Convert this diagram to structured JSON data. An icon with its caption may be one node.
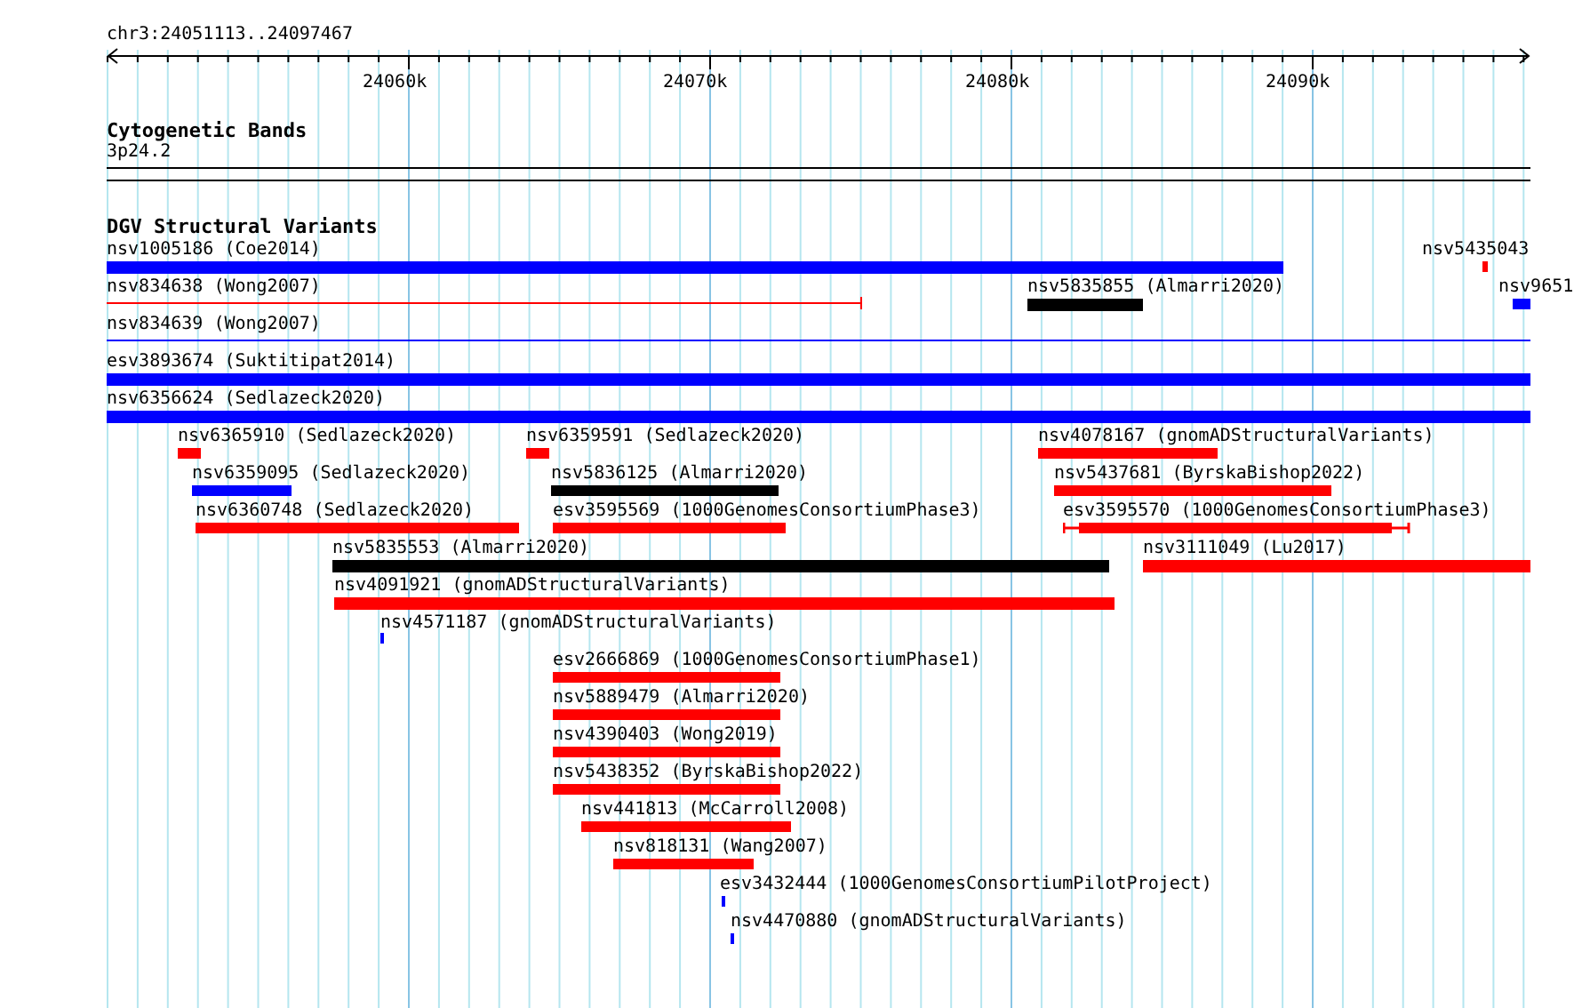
{
  "diagram": {
    "title": "chr3:24051113..24097467",
    "nodes": [
      {
        "text": [
          "nsv1005186 (Coe2014)"
        ]
      },
      {
        "text": [
          "nsv5435043"
        ]
      },
      {
        "text": [
          "nsv834638 (Wong2007)"
        ]
      },
      {
        "text": [
          "nsv5835855 (Almarri2020)"
        ]
      },
      {
        "text": [
          "nsv9651"
        ]
      },
      {
        "text": [
          "nsv834639 (Wong2007)"
        ]
      },
      {
        "text": [
          "esv3893674 (Suktitipat2014)"
        ]
      },
      {
        "text": [
          "nsv6356624 (Sedlazeck2020)"
        ]
      },
      {
        "text": [
          "nsv6365910 (Sedlazeck2020)"
        ]
      },
      {
        "text": [
          "nsv6359591 (Sedlazeck2020)"
        ]
      },
      {
        "text": [
          "nsv4078167 (gnomADStructuralVariants)"
        ]
      },
      {
        "text": [
          "nsv6359095 (Sedlazeck2020)"
        ]
      },
      {
        "text": [
          "nsv5836125 (Almarri2020)"
        ]
      },
      {
        "text": [
          "nsv5437681 (ByrskaBishop2022)"
        ]
      },
      {
        "text": [
          "nsv6360748 (Sedlazeck2020)"
        ]
      },
      {
        "text": [
          "esv3595569 (1000GenomesConsortiumPhase3)"
        ]
      },
      {
        "text": [
          "esv3595570 (1000GenomesConsortiumPhase3)"
        ]
      },
      {
        "text": [
          "nsv5835553 (Almarri2020)"
        ]
      },
      {
        "text": [
          "nsv3111049 (Lu2017)"
        ]
      },
      {
        "text": [
          "nsv4091921 (gnomADStructuralVariants)"
        ]
      },
      {
        "text": [
          "nsv4571187 (gnomADStructuralVariants)"
        ]
      },
      {
        "text": [
          "esv2666869 (1000GenomesConsortiumPhase1)"
        ]
      },
      {
        "text": [
          "nsv5889479 (Almarri2020)"
        ]
      },
      {
        "text": [
          "nsv4390403 (Wong2019)"
        ]
      },
      {
        "text": [
          "nsv5438352 (ByrskaBishop2022)"
        ]
      },
      {
        "text": [
          "nsv441813 (McCarroll2008)"
        ]
      },
      {
        "text": [
          "nsv818131 (Wang2007)"
        ]
      },
      {
        "text": [
          "esv3432444 (1000GenomesConsortiumPilotProject)"
        ]
      },
      {
        "text": [
          "nsv4470880 (gnomADStructuralVariants)"
        ]
      }
    ],
    "labels": [
      "24060k",
      "24070k",
      "24080k",
      "24090k",
      "Cytogenetic Bands",
      "3p24.2",
      "DGV Structural Variants"
    ]
  }
}
